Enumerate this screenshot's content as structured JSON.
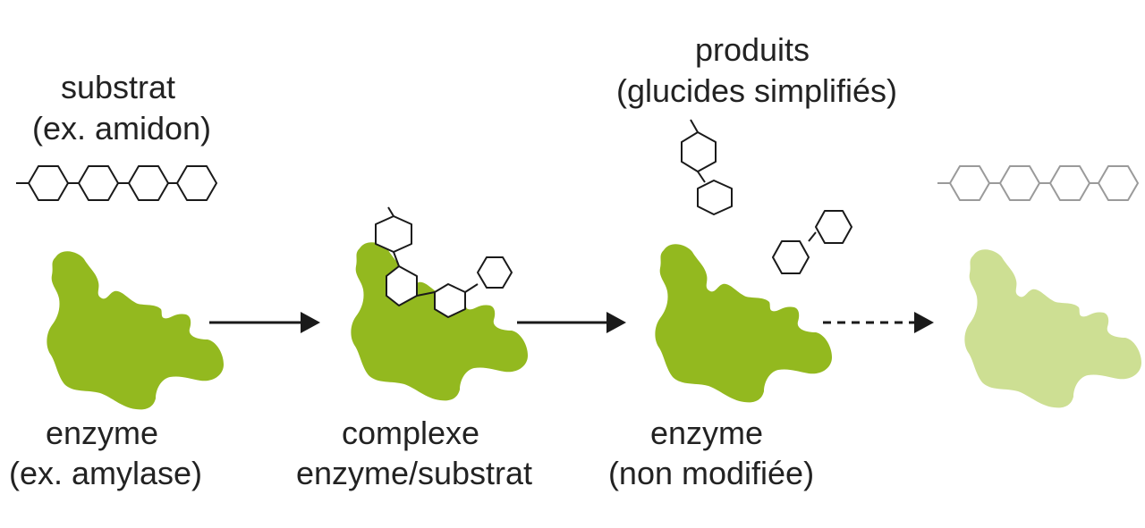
{
  "labels": {
    "substrate_line1": "substrat",
    "substrate_line2": "(ex. amidon)",
    "products_line1": "produits",
    "products_line2": "(glucides simplifiés)",
    "enzyme1_line1": "enzyme",
    "enzyme1_line2": "(ex. amylase)",
    "complex_line1": "complexe",
    "complex_line2": "enzyme/substrat",
    "enzyme2_line1": "enzyme",
    "enzyme2_line2": "(non modifiée)"
  },
  "colors": {
    "enzyme": "#93b91f",
    "enzyme_faded": "#cddf93",
    "text": "#222222",
    "line": "#1a1a1a",
    "faded_line": "#9a9a9a"
  },
  "arrows": [
    {
      "name": "arrow-1",
      "style": "solid"
    },
    {
      "name": "arrow-2",
      "style": "solid"
    },
    {
      "name": "arrow-3",
      "style": "dashed"
    }
  ]
}
